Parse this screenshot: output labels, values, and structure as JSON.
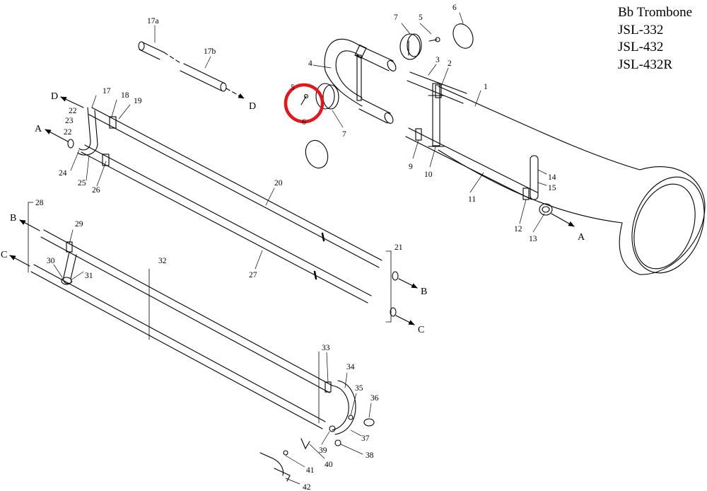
{
  "title": {
    "lines": [
      "Bb Trombone",
      "JSL-332",
      "JSL-432",
      "JSL-432R"
    ]
  },
  "part_numbers": [
    "1",
    "2",
    "3",
    "4",
    "5",
    "5",
    "6",
    "6",
    "7",
    "7",
    "9",
    "10",
    "11",
    "12",
    "13",
    "14",
    "15",
    "17",
    "17a",
    "17b",
    "18",
    "19",
    "20",
    "21",
    "22",
    "22",
    "23",
    "24",
    "25",
    "26",
    "27",
    "28",
    "29",
    "30",
    "31",
    "32",
    "33",
    "34",
    "35",
    "36",
    "37",
    "38",
    "39",
    "40",
    "41",
    "42"
  ],
  "connection_letters": [
    "A",
    "A",
    "B",
    "B",
    "C",
    "C",
    "D",
    "D"
  ],
  "highlight": {
    "color": "#e8141b",
    "target_part": "5"
  },
  "colors": {
    "line": "#000000",
    "background": "#ffffff"
  }
}
